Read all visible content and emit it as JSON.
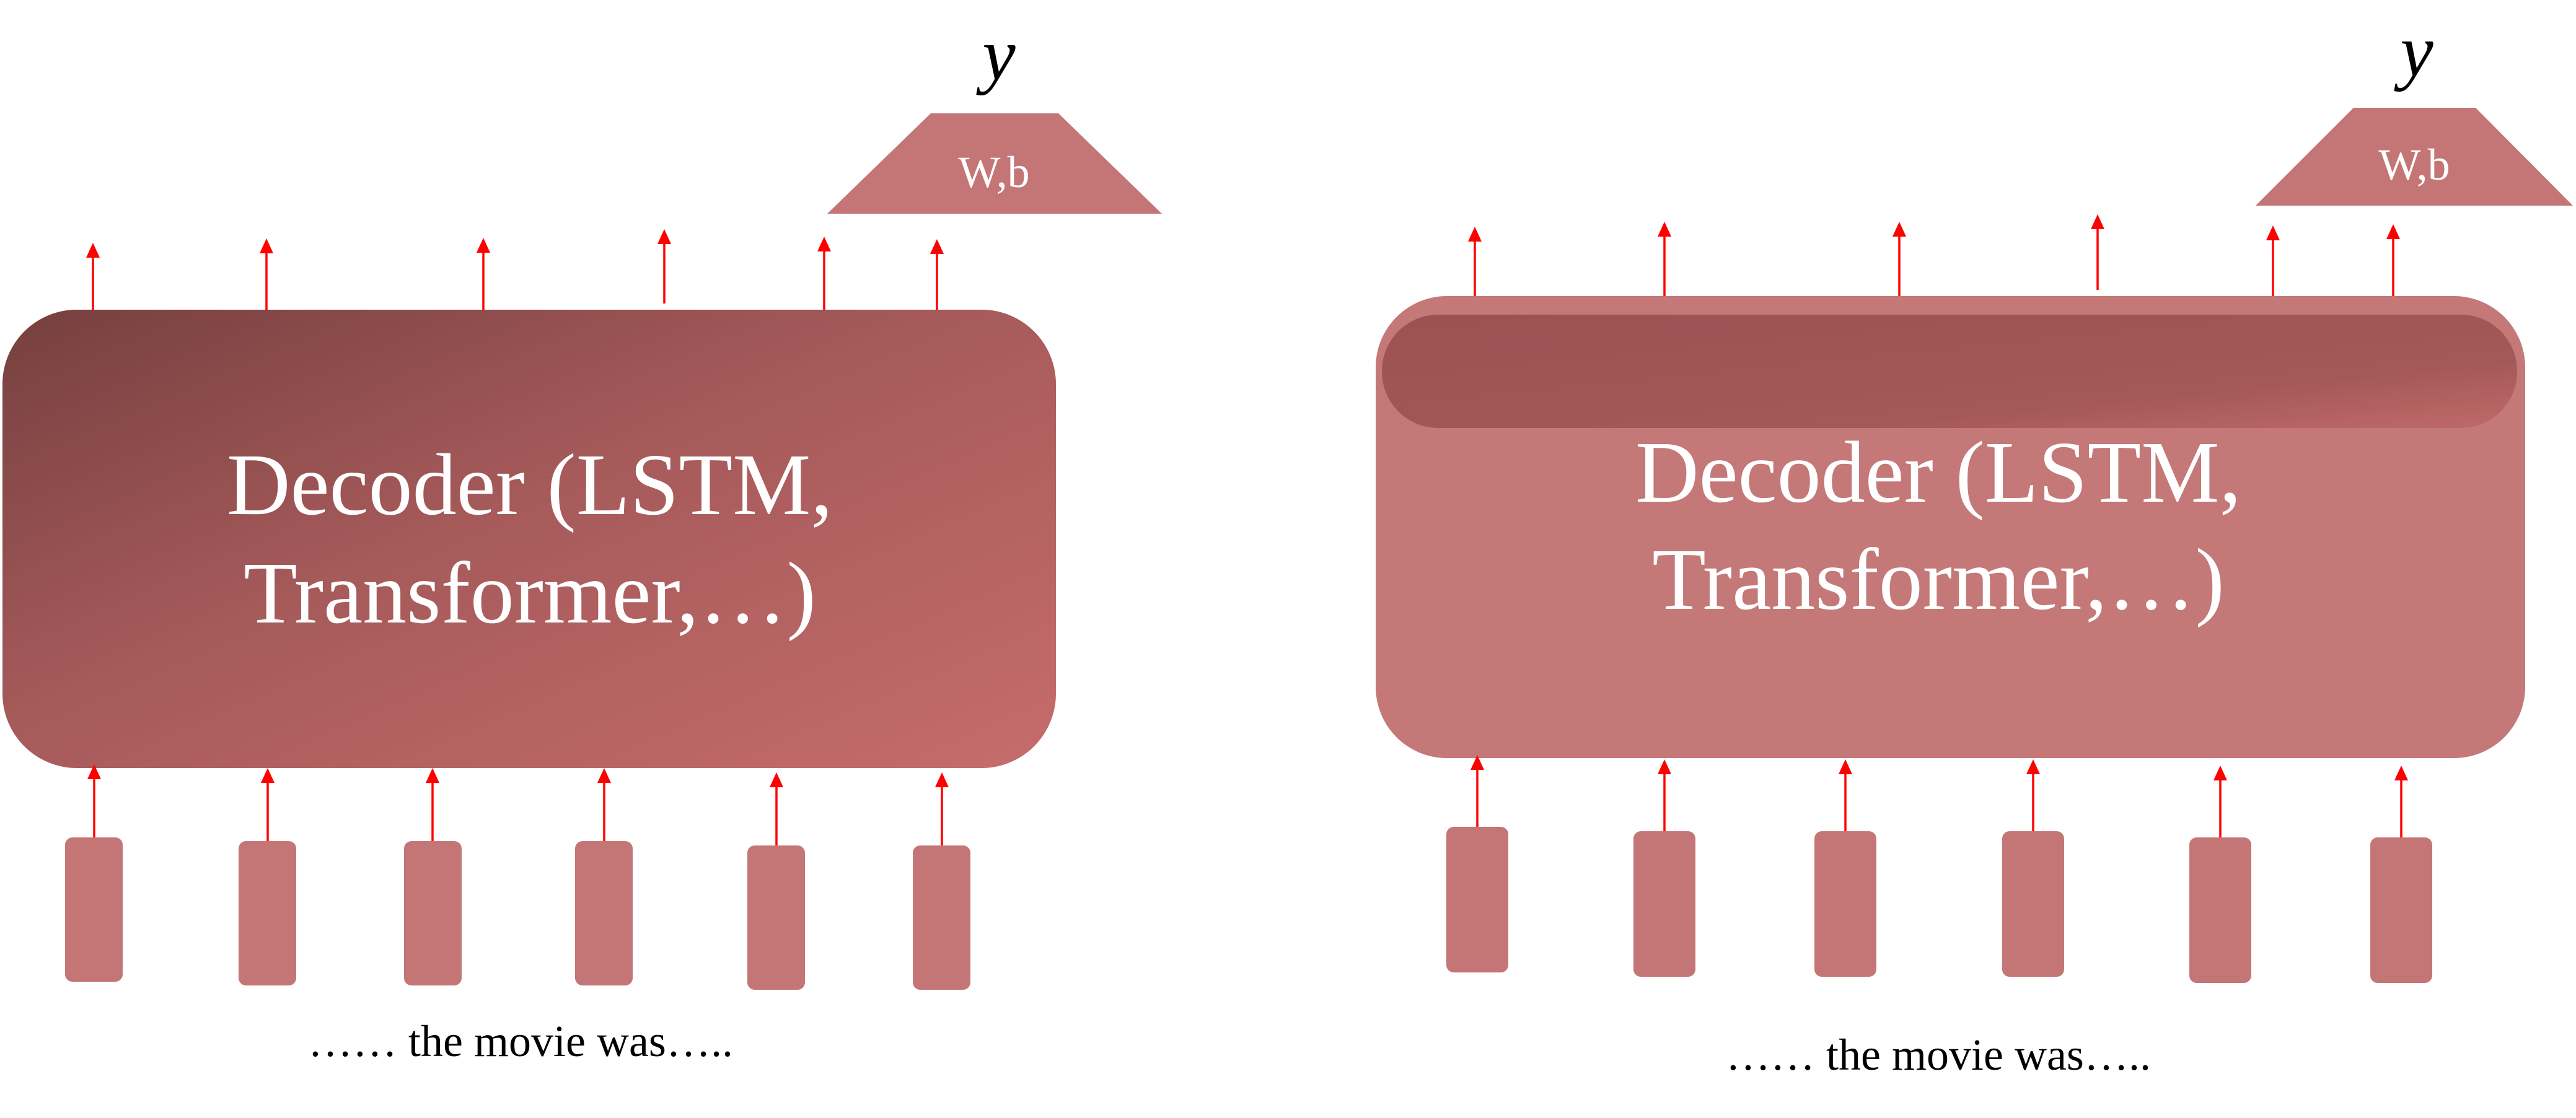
{
  "colors": {
    "token_box": "#c47676",
    "decoder_dark": "#7a4343",
    "decoder_light": "#c26b6b",
    "decoder_flat": "#c47878",
    "decoder_band": "#a05555",
    "head": "#c47676",
    "arrow": "#ff0000"
  },
  "panels": [
    {
      "decoder_label_line1": "Decoder (LSTM,",
      "decoder_label_line2": "Transformer,…)",
      "head_label": "W,b",
      "output_label": "y",
      "caption": "…… the movie was….."
    },
    {
      "decoder_label_line1": "Decoder (LSTM,",
      "decoder_label_line2": "Transformer,…)",
      "head_label": "W,b",
      "output_label": "y",
      "caption": "…… the movie was….."
    }
  ]
}
